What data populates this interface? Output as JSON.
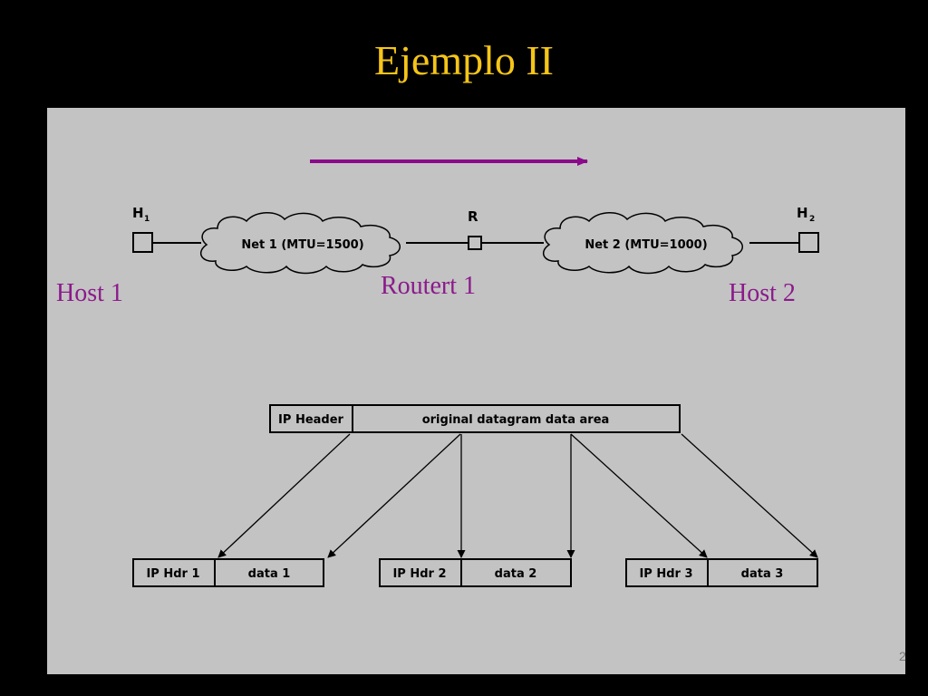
{
  "slide": {
    "title": "Ejemplo II",
    "page_number": "2"
  },
  "labels": {
    "host1": "Host 1",
    "router1": "Routert 1",
    "host2": "Host 2"
  },
  "network": {
    "h1": "H",
    "h1_sub": "1",
    "router": "R",
    "h2": "H",
    "h2_sub": "2",
    "net1": "Net 1 (MTU=1500)",
    "net2": "Net 2 (MTU=1000)"
  },
  "datagram": {
    "header": "IP Header",
    "data_area": "original datagram data area"
  },
  "fragments": [
    {
      "header": "IP Hdr 1",
      "data": "data 1"
    },
    {
      "header": "IP Hdr 2",
      "data": "data 2"
    },
    {
      "header": "IP Hdr 3",
      "data": "data 3"
    }
  ],
  "colors": {
    "title": "#f5c518",
    "labels": "#8b1a8b",
    "arrow": "#8b0a8b",
    "panel": "#c3c3c3",
    "background": "#000000"
  }
}
